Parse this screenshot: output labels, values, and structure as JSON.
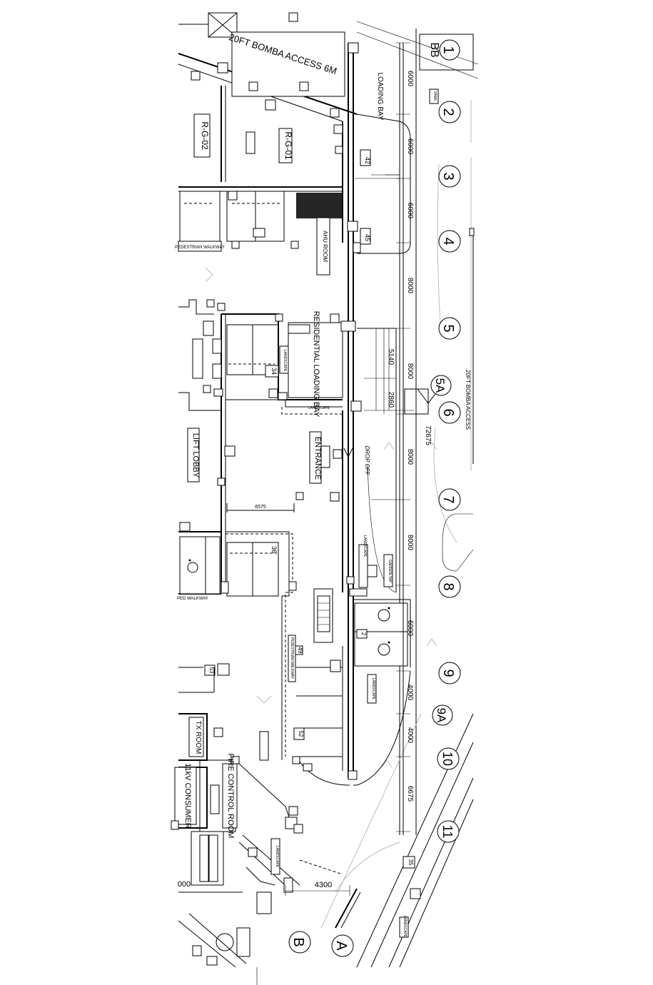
{
  "grid_columns": [
    "1",
    "2",
    "3",
    "4",
    "5",
    "5A",
    "6",
    "7",
    "8",
    "9",
    "9A",
    "10",
    "11"
  ],
  "grid_rows": [
    "A",
    "B"
  ],
  "dimensions": [
    "6000",
    "6000",
    "6000",
    "8000",
    "8000",
    "8000",
    "8000",
    "6000",
    "4000",
    "4000",
    "6675",
    "5140",
    "2860",
    "72675",
    "6575",
    "4300",
    "000"
  ],
  "rooms": {
    "rg02": "R-G-02",
    "rg01": "R-G-01",
    "lift_lobby": "LIFT LOBBY",
    "entrance": "ENTRANCE",
    "residential_loading_bay": "RESIDENTIAL LOADING BAY",
    "loading_bay": "LOADING BAY",
    "tx_room": "TX ROOM",
    "consumer": "11kV CONSUMER",
    "fire_control_room": "FIRE CONTROL ROOM",
    "ahu_room": "AHU ROOM"
  },
  "labels": {
    "bomba_access_top": "20FT BOMBA ACCESS 6M",
    "bomba_access_right": "20FT BOMBA ACCESS",
    "drop_off": "DROP OFF",
    "pedestrian_walkway_top": "PEDESTRIAN WALKWAY",
    "walkway_mid": "PED WALKWAY",
    "pedestrian_walkway_low": "PEDESTRIAN WALKWAY",
    "landscape_1": "LANDSCAPE",
    "landscape_2": "LANDSCAPE",
    "landscape_3": "LANDSCAPE",
    "landscape_4": "LANDSCAPE",
    "landscape_5": "LANDSCAPE",
    "landscape_6": "LANDSCAPE",
    "garden_tap": "GARDEN TAP",
    "b_top_left": "BB",
    "parking_right": "PARK"
  },
  "parking_numbers": [
    "42",
    "45",
    "34",
    "36",
    "2",
    "49",
    "52",
    "53",
    "35"
  ]
}
